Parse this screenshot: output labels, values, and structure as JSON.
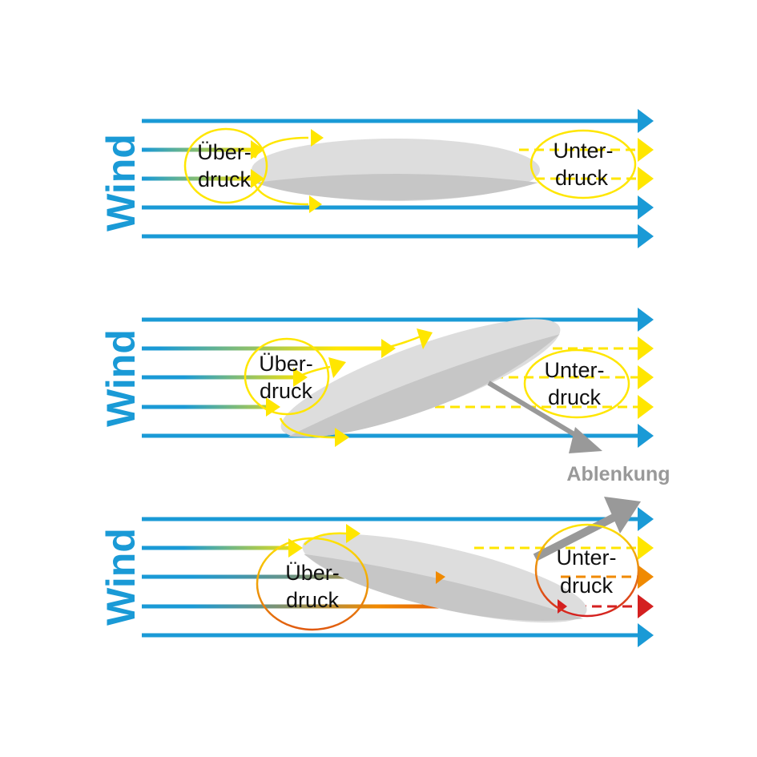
{
  "colors": {
    "wind": "#1a9ad6",
    "yellow": "#ffe600",
    "orange": "#f08a00",
    "red": "#d42020",
    "wing": "#d9d9d9",
    "wing_shadow": "#c4c4c4",
    "deflection": "#999999",
    "text": "#111111"
  },
  "panels": [
    {
      "wind_label": "Wind",
      "overpressure": {
        "line1": "Über-",
        "line2": "druck"
      },
      "underpressure": {
        "line1": "Unter-",
        "line2": "druck"
      }
    },
    {
      "wind_label": "Wind",
      "overpressure": {
        "line1": "Über-",
        "line2": "druck"
      },
      "underpressure": {
        "line1": "Unter-",
        "line2": "druck"
      },
      "deflection_label": "Ablenkung"
    },
    {
      "wind_label": "Wind",
      "overpressure": {
        "line1": "Über-",
        "line2": "druck"
      },
      "underpressure": {
        "line1": "Unter-",
        "line2": "druck"
      }
    }
  ]
}
